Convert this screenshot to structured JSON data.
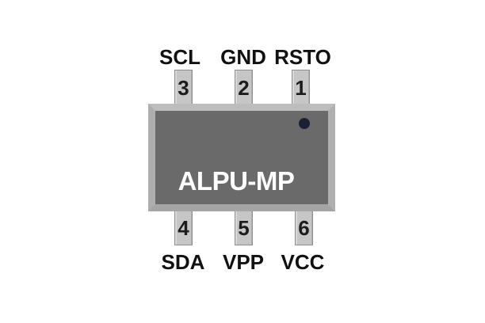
{
  "chip": {
    "label": "ALPU-MP",
    "pin1_marker": "dot"
  },
  "pins_top": [
    {
      "number": "3",
      "label": "SCL"
    },
    {
      "number": "2",
      "label": "GND"
    },
    {
      "number": "1",
      "label": "RSTO"
    }
  ],
  "pins_bottom": [
    {
      "number": "4",
      "label": "SDA"
    },
    {
      "number": "5",
      "label": "VPP"
    },
    {
      "number": "6",
      "label": "VCC"
    }
  ],
  "colors": {
    "background": "#ffffff",
    "chip_body": "#6a6a6a",
    "chip_frame": "#b3b3b3",
    "pin_fill": "#c6c6c6",
    "pin_border": "#8f8f8f",
    "marker_dot": "#1b2134",
    "label_text": "#111111",
    "chip_text": "#fdfdfd"
  }
}
